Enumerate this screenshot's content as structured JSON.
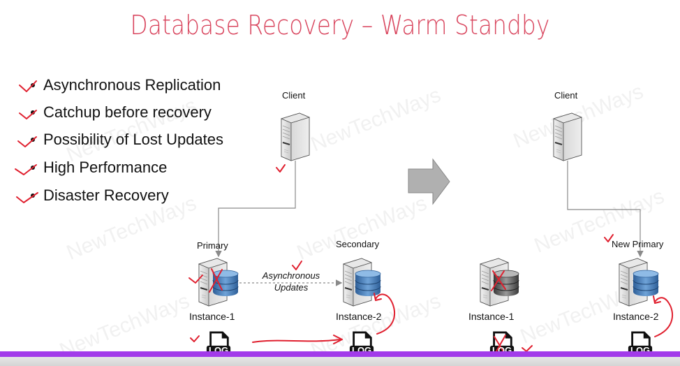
{
  "slide": {
    "title": "Database Recovery – Warm Standby",
    "bullets": [
      "Asynchronous Replication",
      "Catchup before recovery",
      "Possibility of Lost Updates",
      "High Performance",
      "Disaster Recovery"
    ],
    "watermark": "NewTechWays",
    "colors": {
      "title": "#d9475f",
      "annotation": "#e0202f",
      "bottom_bar": "#a23bea",
      "db_active": "#3f79b8",
      "db_failed": "#555555"
    }
  },
  "before": {
    "client_label": "Client",
    "primary_label": "Primary",
    "secondary_label": "Secondary",
    "instance1_label": "Instance-1",
    "instance2_label": "Instance-2",
    "async_label_line1": "Asynchronous",
    "async_label_line2": "Updates",
    "log_label": "LOG"
  },
  "after": {
    "client_label": "Client",
    "new_primary_label": "New Primary",
    "instance1_label": "Instance-1",
    "instance2_label": "Instance-2",
    "log_label": "LOG"
  }
}
